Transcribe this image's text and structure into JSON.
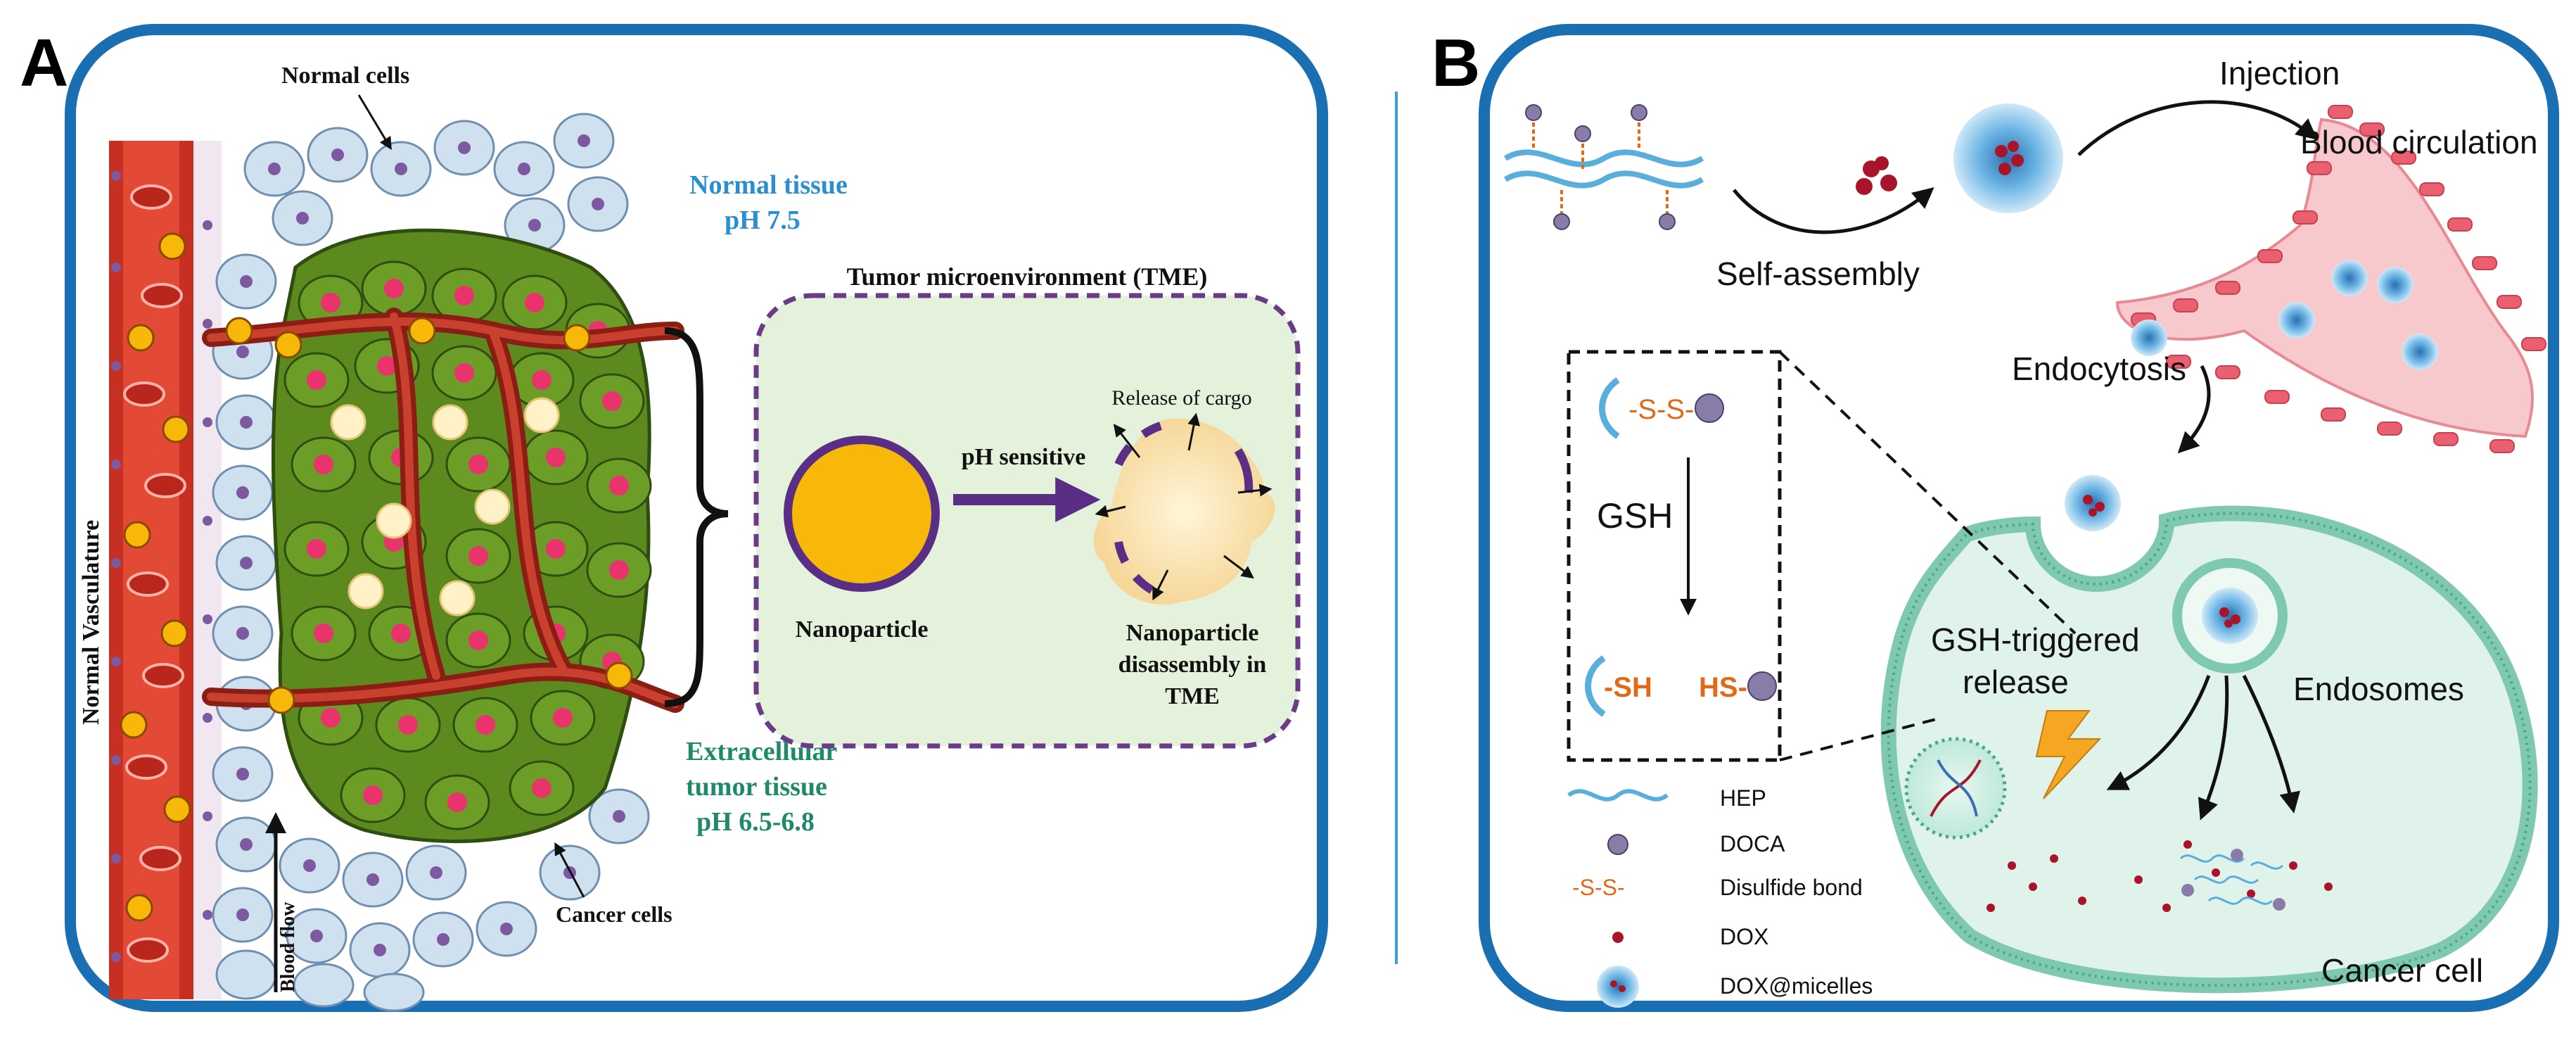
{
  "panel_a": {
    "letter": "A",
    "normal_cells": "Normal cells",
    "normal_tissue": "Normal tissue",
    "normal_ph": "pH 7.5",
    "tme_title": "Tumor microenvironment (TME)",
    "release_of_cargo": "Release of cargo",
    "ph_sensitive": "pH sensitive",
    "nanoparticle": "Nanoparticle",
    "disassembly_line1": "Nanoparticle",
    "disassembly_line2": "disassembly in",
    "disassembly_line3": "TME",
    "extracellular_line1": "Extracellular",
    "extracellular_line2": "tumor tissue",
    "extracellular_ph": "pH 6.5-6.8",
    "cancer_cells": "Cancer cells",
    "normal_vasculature": "Normal Vasculature",
    "blood_flow": "Blood flow"
  },
  "panel_b": {
    "letter": "B",
    "self_assembly": "Self-assembly",
    "injection": "Injection",
    "blood_circulation": "Blood circulation",
    "endocytosis": "Endocytosis",
    "ss": "-S-S-",
    "gsh": "GSH",
    "sh": "-SH",
    "hs": "HS-",
    "gsh_triggered_line1": "GSH-triggered",
    "gsh_triggered_line2": "release",
    "endosomes": "Endosomes",
    "cancer_cell": "Cancer cell",
    "legend": {
      "hep": "HEP",
      "doca": "DOCA",
      "ss_symbol": "-S-S-",
      "disulfide": "Disulfide bond",
      "dox": "DOX",
      "micelles": "DOX@micelles"
    }
  },
  "colors": {
    "frame_blue": "#1a6fb3",
    "blood_red": "#d93a2b",
    "tumor_green": "#5d8a1f",
    "cancer_nucleus": "#e8336d",
    "normal_cell": "#cfe0ef",
    "normal_nucleus": "#7d5aa0",
    "tme_bg": "#e4f2dc",
    "tme_border": "#6a3b86",
    "nanoparticle_fill": "#f7b80a",
    "nanoparticle_ring": "#5b2e86",
    "normal_tissue_text": "#2a8fd0",
    "extracellular_text": "#1e8a6a",
    "cell_membrane": "#7ec9b0",
    "vessel_pink": "#f7c9cd",
    "vessel_cell": "#ea6070",
    "micelle_blue": "#6fb7e6",
    "dox_red": "#a8142a",
    "ss_orange": "#e06a1a",
    "lightning": "#f5a623"
  }
}
